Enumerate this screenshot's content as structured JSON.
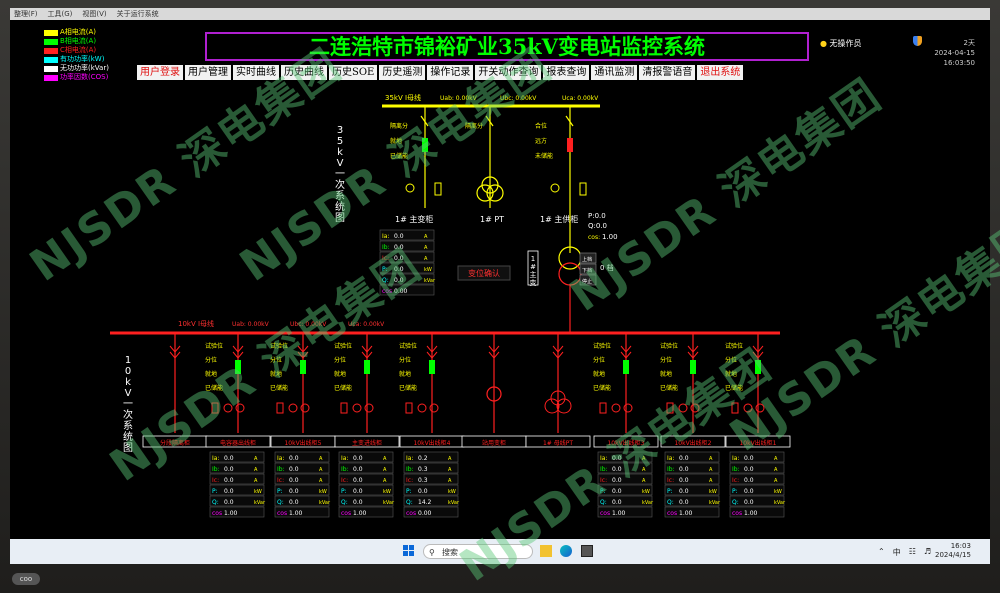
{
  "menubar": [
    "整理(F)",
    "工具(G)",
    "视图(V)",
    "关于运行系统"
  ],
  "legend": [
    {
      "label": "A相电流(A)",
      "color": "#ffff00"
    },
    {
      "label": "B相电流(A)",
      "color": "#00ff00"
    },
    {
      "label": "C相电流(A)",
      "color": "#ff2020"
    },
    {
      "label": "有功功率(kW)",
      "color": "#00ffff"
    },
    {
      "label": "无功功率(kVar)",
      "color": "#ffffff"
    },
    {
      "label": "功率因数(COS)",
      "color": "#ff00ff"
    }
  ],
  "title": "二连浩特市锦裕矿业35kV变电站监控系统",
  "operator": "无操作员",
  "clock": {
    "days": "2天",
    "date": "2024-04-15",
    "time": "16:03:50"
  },
  "nav": [
    {
      "label": "用户登录",
      "red": true
    },
    {
      "label": "用户管理",
      "red": false
    },
    {
      "label": "实时曲线",
      "red": false
    },
    {
      "label": "历史曲线",
      "red": false
    },
    {
      "label": "历史SOE",
      "red": false
    },
    {
      "label": "历史遥测",
      "red": false
    },
    {
      "label": "操作记录",
      "red": false
    },
    {
      "label": "开关动作查询",
      "red": false
    },
    {
      "label": "报表查询",
      "red": false
    },
    {
      "label": "通讯监测",
      "red": false
    },
    {
      "label": "清报警语音",
      "red": false
    },
    {
      "label": "退出系统",
      "red": true
    }
  ],
  "bus35": {
    "name": "35kV I母线",
    "uab": "Uab: 0.00kV",
    "ubc": "Ubc: 0.00kV",
    "uca": "Uca: 0.00kV"
  },
  "side35": "35kV一次系统图",
  "side10": "10kV一次系统图",
  "feeders35": [
    {
      "status": [
        "隔离分",
        "就地",
        "已储能"
      ],
      "name": "1# 主变柜",
      "color": "#00ff00"
    },
    {
      "status": [
        "隔离分"
      ],
      "name": "1# PT",
      "color": "#00ff00"
    },
    {
      "status": [
        "合位",
        "远方",
        "未储能"
      ],
      "name": "1# 主供柜",
      "color": "#ff2020"
    }
  ],
  "transformer": {
    "name": "1#主变",
    "p": "P:0.0",
    "q": "Q:0.0",
    "cos_label": "cos:",
    "cos": "1.00",
    "taps": [
      "上档",
      "下档",
      "停止"
    ],
    "tap_pos": "0 档",
    "confirm": "变位确认"
  },
  "meter35": {
    "rows": [
      [
        "Ia:",
        "0.0",
        "A"
      ],
      [
        "Ib:",
        "0.0",
        "A"
      ],
      [
        "Ic:",
        "0.0",
        "A"
      ],
      [
        "P:",
        "0.0",
        "kW"
      ],
      [
        "Q:",
        "0.0",
        "kVar"
      ],
      [
        "cos",
        "0.00",
        ""
      ]
    ]
  },
  "bus10": {
    "name": "10kV I母线",
    "uab": "Uab: 0.00kV",
    "ubc": "Ubc: 0.00kV",
    "uca": "Uca: 0.00kV"
  },
  "feeders10": [
    {
      "name": "分段隔离柜",
      "status": [],
      "meter": null
    },
    {
      "name": "电容器出线柜",
      "status": [
        "试验位",
        "分位",
        "就地",
        "已储能"
      ],
      "meter": [
        [
          "Ia:",
          "0.0",
          "A"
        ],
        [
          "Ib:",
          "0.0",
          "A"
        ],
        [
          "Ic:",
          "0.0",
          "A"
        ],
        [
          "P:",
          "0.0",
          "kW"
        ],
        [
          "Q:",
          "0.0",
          "kVar"
        ],
        [
          "cos",
          "1.00",
          ""
        ]
      ]
    },
    {
      "name": "10kV出线柜5",
      "status": [
        "试验位",
        "分位",
        "就地",
        "已储能"
      ],
      "meter": [
        [
          "Ia:",
          "0.0",
          "A"
        ],
        [
          "Ib:",
          "0.0",
          "A"
        ],
        [
          "Ic:",
          "0.0",
          "A"
        ],
        [
          "P:",
          "0.0",
          "kW"
        ],
        [
          "Q:",
          "0.0",
          "kVar"
        ],
        [
          "cos",
          "1.00",
          ""
        ]
      ]
    },
    {
      "name": "主变进线柜",
      "status": [
        "试验位",
        "分位",
        "就地",
        "已储能"
      ],
      "meter": [
        [
          "Ia:",
          "0.0",
          "A"
        ],
        [
          "Ib:",
          "0.0",
          "A"
        ],
        [
          "Ic:",
          "0.0",
          "A"
        ],
        [
          "P:",
          "0.0",
          "kW"
        ],
        [
          "Q:",
          "0.0",
          "kVar"
        ],
        [
          "cos",
          "1.00",
          ""
        ]
      ]
    },
    {
      "name": "10kV出线柜4",
      "status": [
        "试验位",
        "分位",
        "就地",
        "已储能"
      ],
      "meter": [
        [
          "Ia:",
          "0.2",
          "A"
        ],
        [
          "Ib:",
          "0.3",
          "A"
        ],
        [
          "Ic:",
          "0.3",
          "A"
        ],
        [
          "P:",
          "0.0",
          "kW"
        ],
        [
          "Q:",
          "14.2",
          "kVar"
        ],
        [
          "cos",
          "0.00",
          ""
        ]
      ]
    },
    {
      "name": "站用变柜",
      "status": [],
      "meter": null
    },
    {
      "name": "1# 母线PT",
      "status": [],
      "meter": null
    },
    {
      "name": "10kV出线柜3",
      "status": [
        "试验位",
        "分位",
        "就地",
        "已储能"
      ],
      "meter": [
        [
          "Ia:",
          "0.0",
          "A"
        ],
        [
          "Ib:",
          "0.0",
          "A"
        ],
        [
          "Ic:",
          "0.0",
          "A"
        ],
        [
          "P:",
          "0.0",
          "kW"
        ],
        [
          "Q:",
          "0.0",
          "kVar"
        ],
        [
          "cos",
          "1.00",
          ""
        ]
      ]
    },
    {
      "name": "10kV出线柜2",
      "status": [
        "试验位",
        "分位",
        "就地",
        "已储能"
      ],
      "meter": [
        [
          "Ia:",
          "0.0",
          "A"
        ],
        [
          "Ib:",
          "0.0",
          "A"
        ],
        [
          "Ic:",
          "0.0",
          "A"
        ],
        [
          "P:",
          "0.0",
          "kW"
        ],
        [
          "Q:",
          "0.0",
          "kVar"
        ],
        [
          "cos",
          "1.00",
          ""
        ]
      ]
    },
    {
      "name": "10kV出线柜1",
      "status": [
        "试验位",
        "分位",
        "就地",
        "已储能"
      ],
      "meter": [
        [
          "Ia:",
          "0.0",
          "A"
        ],
        [
          "Ib:",
          "0.0",
          "A"
        ],
        [
          "Ic:",
          "0.0",
          "A"
        ],
        [
          "P:",
          "0.0",
          "kW"
        ],
        [
          "Q:",
          "0.0",
          "kVar"
        ],
        [
          "cos",
          "1.00",
          ""
        ]
      ]
    }
  ],
  "taskbar": {
    "search": "搜索",
    "lang": "中",
    "time": "16:03",
    "date": "2024/4/15"
  },
  "watermark": "NJSDR 深电集团",
  "brand": "coo"
}
